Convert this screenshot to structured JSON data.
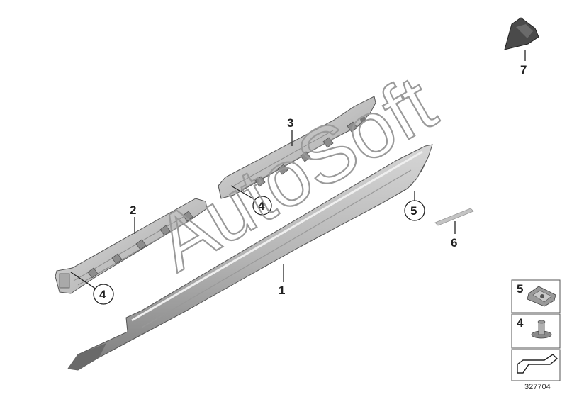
{
  "callouts": {
    "part1": "1",
    "part2": "2",
    "part3": "3",
    "part4a": "4",
    "part4b": "4",
    "part5": "5",
    "part6": "6",
    "part7": "7"
  },
  "legend": {
    "item5": "5",
    "item4": "4"
  },
  "diagram_id": "327704",
  "watermark": "AutoSoft"
}
